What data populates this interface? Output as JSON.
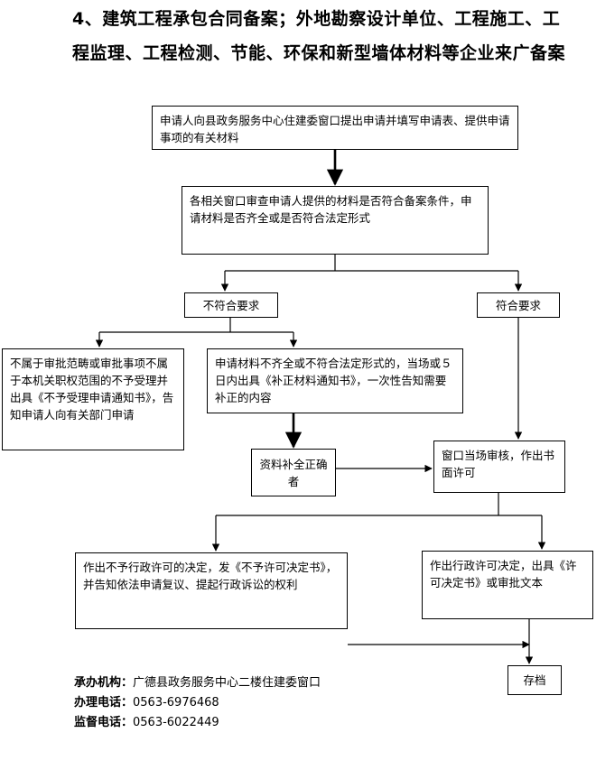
{
  "title": {
    "line1": "4、建筑工程承包合同备案；外地勘察设计单位、工程施工、工",
    "line2": "程监理、工程检测、节能、环保和新型墙体材料等企业来广备案"
  },
  "flow": {
    "apply": "申请人向县政务服务中心住建委窗口提出申请并填写申请表、提供申请事项的有关材料",
    "review": "各相关窗口审查申请人提供的材料是否符合备案条件，申请材料是否齐全或是否符合法定形式",
    "not_meet": "不符合要求",
    "meet": "符合要求",
    "out_of_scope": "不属于审批范畴或审批事项不属于本机关职权范围的不予受理并出具《不予受理申请通知书》，告知申请人向有关部门申请",
    "incomplete": "申请材料不齐全或不符合法定形式的，当场或５日内出具《补正材料通知书》，一次性告知需要补正的内容",
    "supplement": "资料补全正确者",
    "onsite_review": "窗口当场审核，作出书面许可",
    "deny": "作出不予行政许可的决定，发《不予许可决定书》，并告知依法申请复议、提起行政诉讼的权利",
    "grant": "作出行政许可决定，出具《许可决定书》或审批文本",
    "archive": "存档"
  },
  "footer": {
    "agency_label": "承办机构：",
    "agency_value": "广德县政务服务中心二楼住建委窗口",
    "phone_label": "办理电话：",
    "phone_value": "0563-6976468",
    "supervise_label": "监督电话：",
    "supervise_value": "0563-6022449"
  }
}
